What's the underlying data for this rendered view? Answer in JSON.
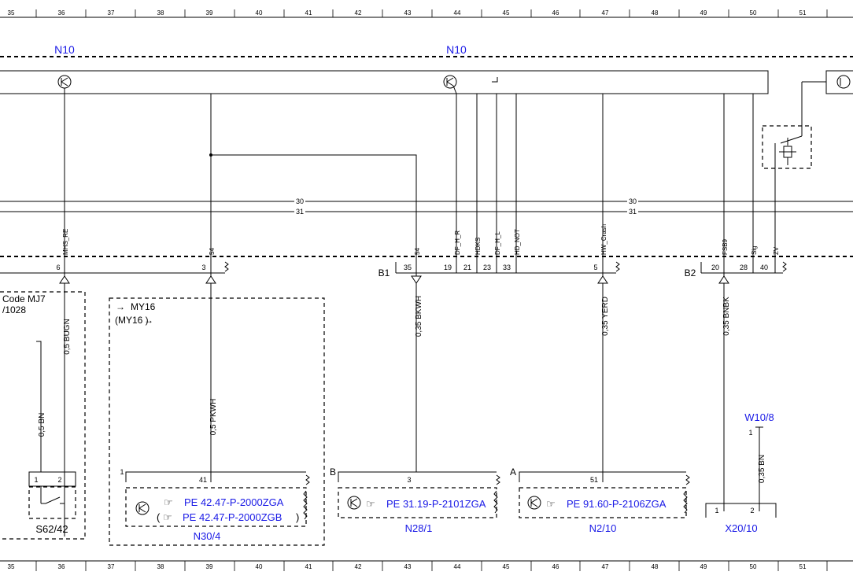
{
  "ruler": {
    "columns": [
      "35",
      "36",
      "37",
      "38",
      "39",
      "40",
      "41",
      "42",
      "43",
      "44",
      "45",
      "46",
      "47",
      "48",
      "49",
      "50",
      "51"
    ]
  },
  "labels": {
    "n10_left": "N10",
    "n10_mid": "N10",
    "b1": "B1",
    "b2": "B2",
    "code_line1": "Code MJ7",
    "code_line2": "/1028",
    "my16_line1": "MY16",
    "my16_line2": "(MY16   )",
    "arrow_glyph": "→"
  },
  "bus": {
    "line30": "30",
    "line31": "31"
  },
  "signals": {
    "mhs_re": "MHS_RE",
    "s4_a": "54",
    "s4_b": "54",
    "df_h_r": "DF_H_R",
    "hdks": "HDKS",
    "df_h_l": "DF_H_L",
    "hd_not": "HD_NOT",
    "hw_crash": "HW_Crash",
    "fsb9": "FSB9",
    "sig": "Sig",
    "zv": "ZV"
  },
  "pins": {
    "p6": "6",
    "p3": "3",
    "p35": "35",
    "p19": "19",
    "p21": "21",
    "p23": "23",
    "p33": "33",
    "p5": "5",
    "p20": "20",
    "p28": "28",
    "p40": "40",
    "s62_1": "1",
    "s62_2": "2",
    "n30_1": "1",
    "n30_41": "41",
    "n28_3": "3",
    "n2_51": "51",
    "x20_1": "1",
    "x20_2": "2",
    "w10_1": "1",
    "conn_b": "B",
    "conn_a": "A"
  },
  "wires": {
    "w1": "0,5 BUGN",
    "w2": "0,5 BN",
    "w3": "0,5 PKWH",
    "w4": "0,35 BKWH",
    "w5": "0,35 YERD",
    "w6": "0,35 BNBK",
    "w7": "0,35 BN"
  },
  "components": {
    "s62": "S62/42",
    "n30": "N30/4",
    "n28": "N28/1",
    "n2": "N2/10",
    "x20": "X20/10",
    "w10": "W10/8"
  },
  "refs": {
    "ref1": "PE 42.47-P-2000ZGA",
    "ref2": "PE 42.47-P-2000ZGB",
    "ref3": "PE 31.19-P-2101ZGA",
    "ref4": "PE 91.60-P-2106ZGA",
    "paren_open": "(",
    "paren_close": ")",
    "hand_icon": "☞"
  }
}
